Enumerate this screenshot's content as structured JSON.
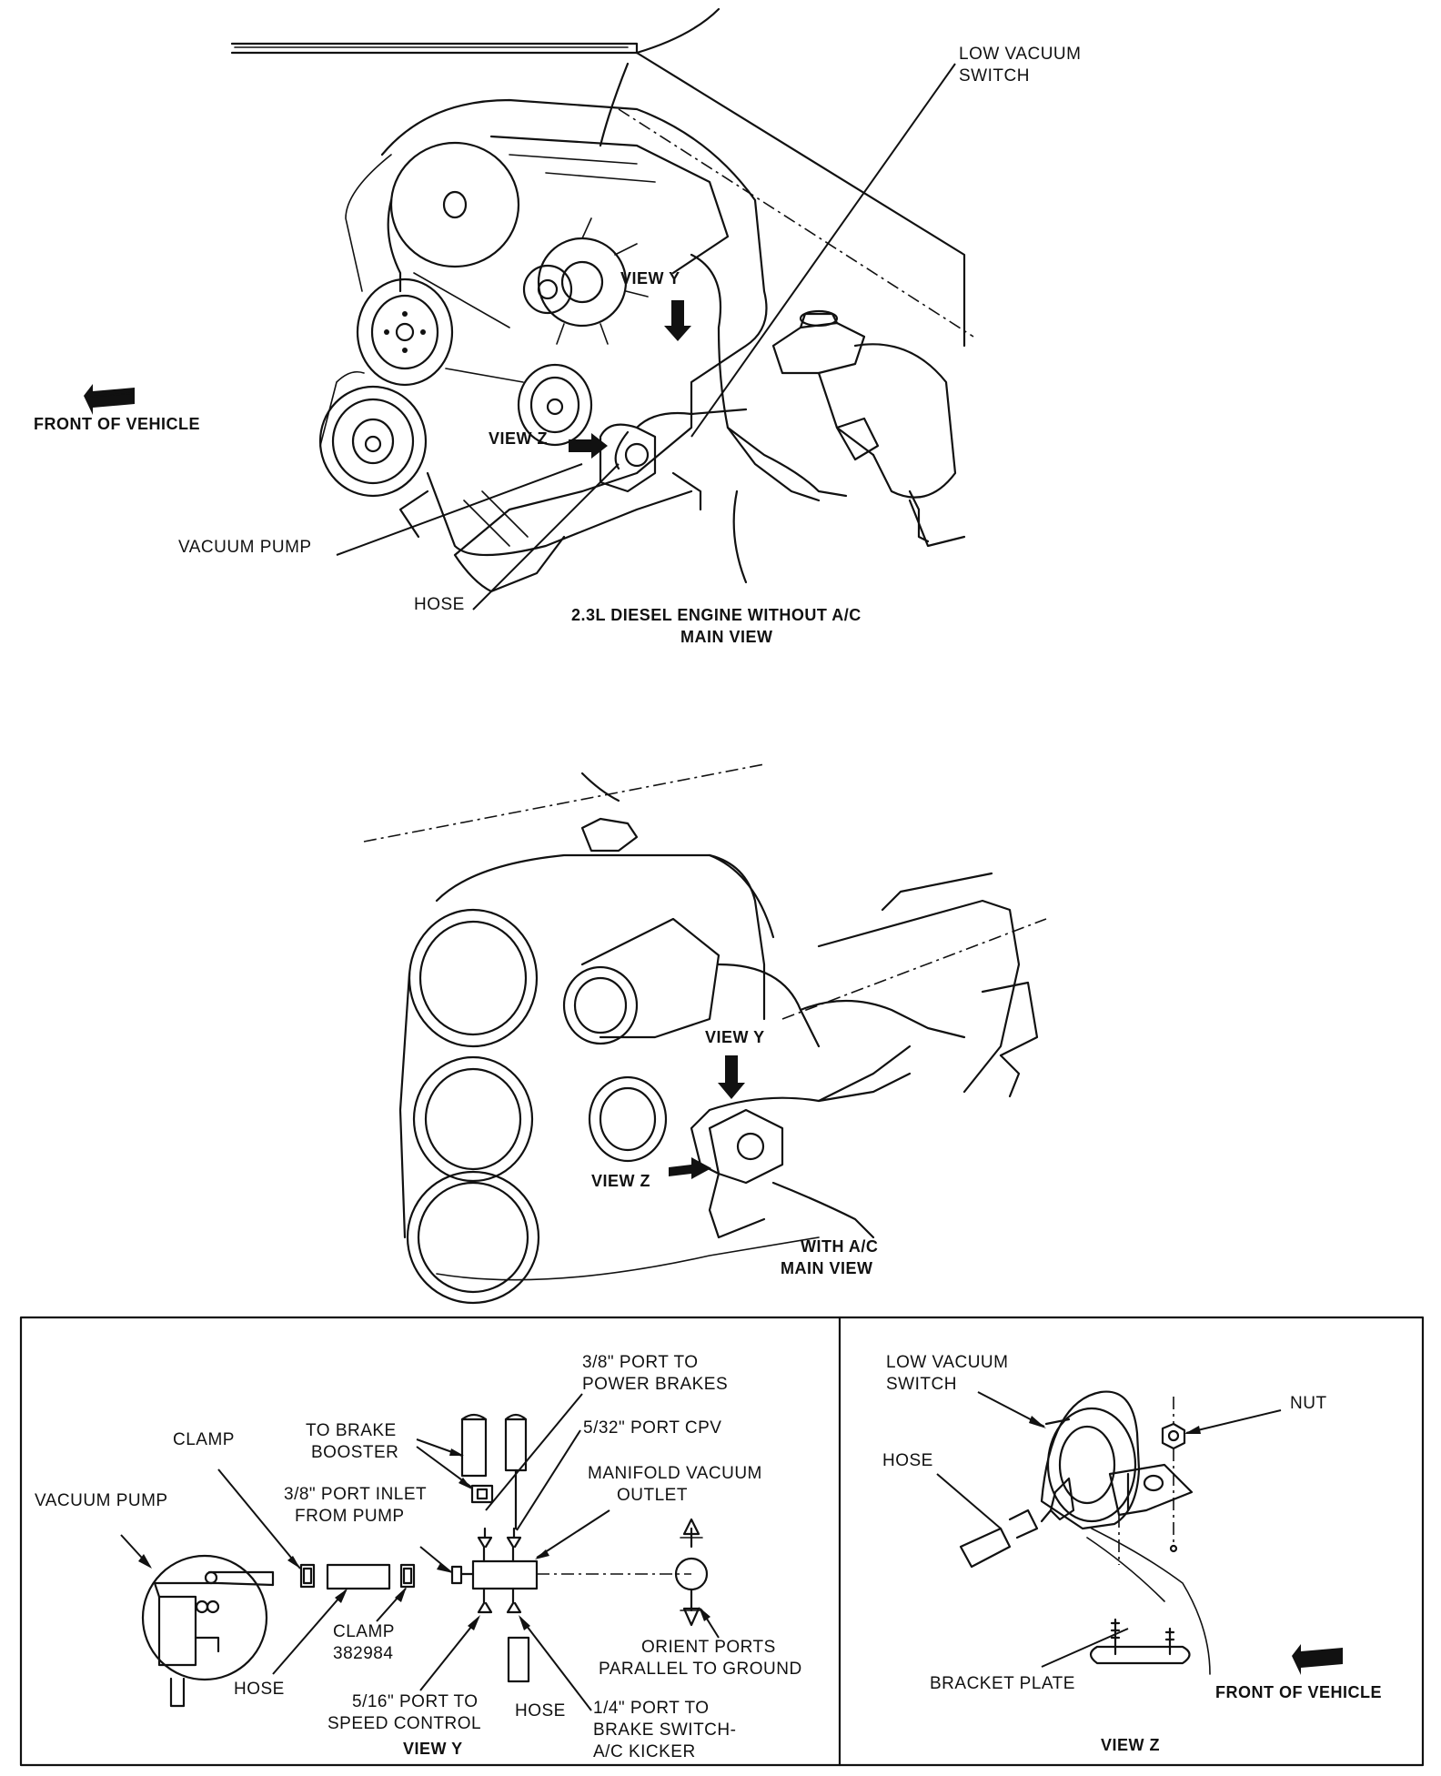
{
  "top_diagram": {
    "caption_line1": "2.3L DIESEL ENGINE WITHOUT A/C",
    "caption_line2": "MAIN VIEW",
    "low_vacuum_switch_line1": "LOW VACUUM",
    "low_vacuum_switch_line2": "SWITCH",
    "front_of_vehicle": "FRONT OF VEHICLE",
    "view_y": "VIEW Y",
    "view_z": "VIEW Z",
    "vacuum_pump": "VACUUM PUMP",
    "hose": "HOSE"
  },
  "middle_diagram": {
    "caption_line1": "WITH A/C",
    "caption_line2": "MAIN VIEW",
    "view_y": "VIEW Y",
    "view_z": "VIEW Z"
  },
  "view_y_panel": {
    "title": "VIEW Y",
    "port_38_power_line1": "3/8\" PORT TO",
    "port_38_power_line2": "POWER BRAKES",
    "clamp_top": "CLAMP",
    "to_brake_booster_line1": "TO BRAKE",
    "to_brake_booster_line2": "BOOSTER",
    "port_532": "5/32\" PORT CPV",
    "vacuum_pump": "VACUUM PUMP",
    "port_inlet_line1": "3/8\" PORT INLET",
    "port_inlet_line2": "FROM PUMP",
    "manifold_line1": "MANIFOLD VACUUM",
    "manifold_line2": "OUTLET",
    "clamp_bottom_line1": "CLAMP",
    "clamp_bottom_line2": "382984",
    "orient_line1": "ORIENT PORTS",
    "orient_line2": "PARALLEL TO GROUND",
    "hose_left": "HOSE",
    "port_516_line1": "5/16\" PORT TO",
    "port_516_line2": "SPEED CONTROL",
    "hose_bottom": "HOSE",
    "port_14_line1": "1/4\" PORT TO",
    "port_14_line2": "BRAKE SWITCH-",
    "port_14_line3": "A/C KICKER"
  },
  "view_z_panel": {
    "title": "VIEW Z",
    "low_vacuum_switch_line1": "LOW VACUUM",
    "low_vacuum_switch_line2": "SWITCH",
    "nut": "NUT",
    "hose": "HOSE",
    "bracket_plate": "BRACKET PLATE",
    "front_of_vehicle": "FRONT OF VEHICLE"
  },
  "icons": [
    "front-arrow-icon",
    "view-direction-arrow-icon"
  ],
  "colors": {
    "ink": "#111111",
    "background": "#ffffff"
  }
}
